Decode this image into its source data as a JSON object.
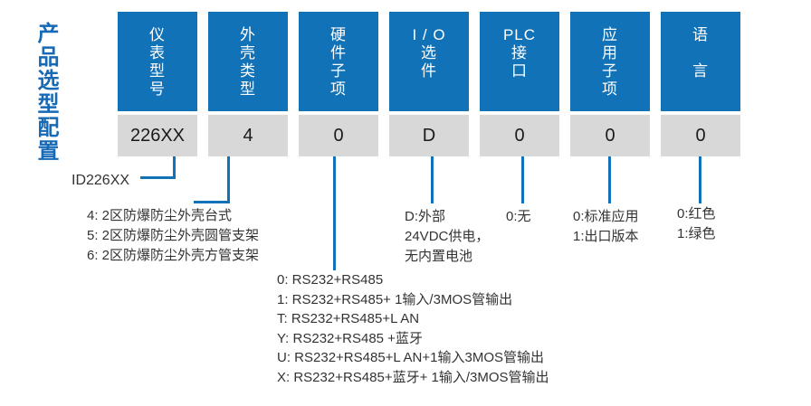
{
  "page_title": "产品选型配置",
  "colors": {
    "accent_blue": "#1272b8",
    "title_blue": "#1669b5",
    "box_gray": "#d8d8d8",
    "value_text": "#1a1a1a",
    "note_text": "#333333"
  },
  "columns": [
    {
      "name": "仪表型号",
      "header_lines": [
        "仪",
        "表",
        "型",
        "号"
      ],
      "value": "226XX",
      "notes": [
        "ID226XX"
      ]
    },
    {
      "name": "外壳类型",
      "header_lines": [
        "外",
        "壳",
        "类",
        "型"
      ],
      "value": "4",
      "notes": [
        "4: 2区防爆防尘外壳台式",
        "5: 2区防爆防尘外壳圆管支架",
        "6: 2区防爆防尘外壳方管支架"
      ]
    },
    {
      "name": "硬件子项",
      "header_lines": [
        "硬",
        "件",
        "子",
        "项"
      ],
      "value": "0",
      "notes": [
        "0: RS232+RS485",
        "1: RS232+RS485+ 1输入/3MOS管输出",
        "T: RS232+RS485+L AN",
        "Y: RS232+RS485 +蓝牙",
        "U: RS232+RS485+L AN+1输入3MOS管输出",
        "X: RS232+RS485+蓝牙+ 1输入/3MOS管输出"
      ]
    },
    {
      "name": "I/O选件",
      "header_lines": [
        "I / O",
        "选",
        "件"
      ],
      "value": "D",
      "notes": [
        "D:外部",
        "24VDC供电，",
        "无内置电池"
      ]
    },
    {
      "name": "PLC接口",
      "header_lines": [
        "PLC",
        "接",
        "口"
      ],
      "value": "0",
      "notes": [
        "0:无"
      ]
    },
    {
      "name": "应用子项",
      "header_lines": [
        "应",
        "用",
        "子",
        "项"
      ],
      "value": "0",
      "notes": [
        "0:标准应用",
        "1:出口版本"
      ]
    },
    {
      "name": "语言",
      "header_lines": [
        "语",
        "",
        "言"
      ],
      "value": "0",
      "notes": [
        "0:红色",
        "1:绿色"
      ]
    }
  ]
}
